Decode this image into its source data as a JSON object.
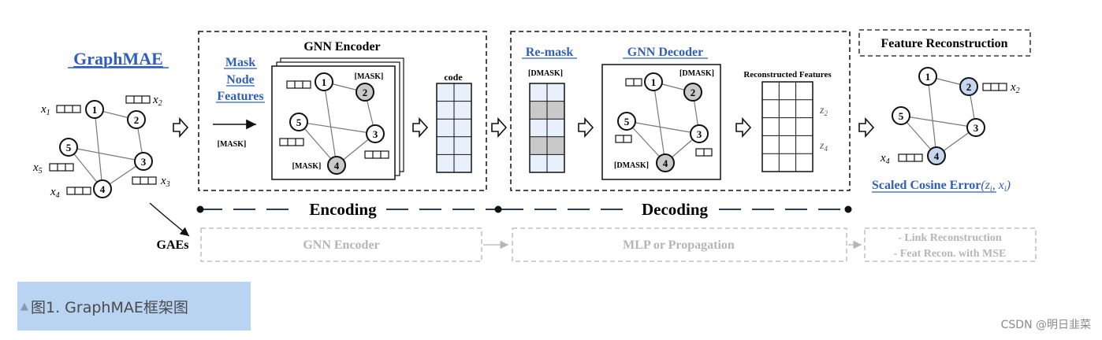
{
  "diagram": {
    "title": "GraphMAE",
    "graph_nodes": [
      "1",
      "2",
      "3",
      "4",
      "5"
    ],
    "input_labels": {
      "x1": "x",
      "x1_sub": "1",
      "x2": "x",
      "x2_sub": "2",
      "x3": "x",
      "x3_sub": "3",
      "x4": "x",
      "x4_sub": "4",
      "x5": "x",
      "x5_sub": "5"
    },
    "mask_node_features": [
      "Mask",
      "Node",
      "Features"
    ],
    "mask_token": "[MASK]",
    "gnn_encoder": "GNN Encoder",
    "code": "code",
    "remask": "Re-mask",
    "dmask": "[DMASK]",
    "gnn_decoder": "GNN Decoder",
    "reconstructed_features": "Reconstructed Features",
    "z2": "z",
    "z2_sub": "2",
    "z4": "z",
    "z4_sub": "4",
    "feature_reconstruction": "Feature Reconstruction",
    "output_labels": {
      "x2": "x",
      "x2_sub": "2",
      "x4": "x",
      "x4_sub": "4"
    },
    "scaled_cosine_error": "Scaled Cosine Error",
    "sce_args": "(z",
    "sce_i1": "i",
    "sce_comma": ", x",
    "sce_i2": "i",
    "sce_close": ")",
    "encoding": "Encoding",
    "decoding": "Decoding",
    "gaes": "GAEs",
    "gae_encoder": "GNN Encoder",
    "gae_decoder": "MLP or Propagation",
    "gae_targets": [
      "- Link Reconstruction",
      "- Feat Recon. with MSE"
    ]
  },
  "caption": {
    "prefix": "▲",
    "text": "图1. GraphMAE框架图"
  },
  "watermark": "CSDN @明日韭菜",
  "colors": {
    "link_blue": "#2f5fb8",
    "mask_gray": "#c9c9c9",
    "cell_blue": "#e8f1fb",
    "highlight_node": "#c4d7ef",
    "gae_gray": "#b5b5b5",
    "caption_bg": "#b9d3f2"
  }
}
